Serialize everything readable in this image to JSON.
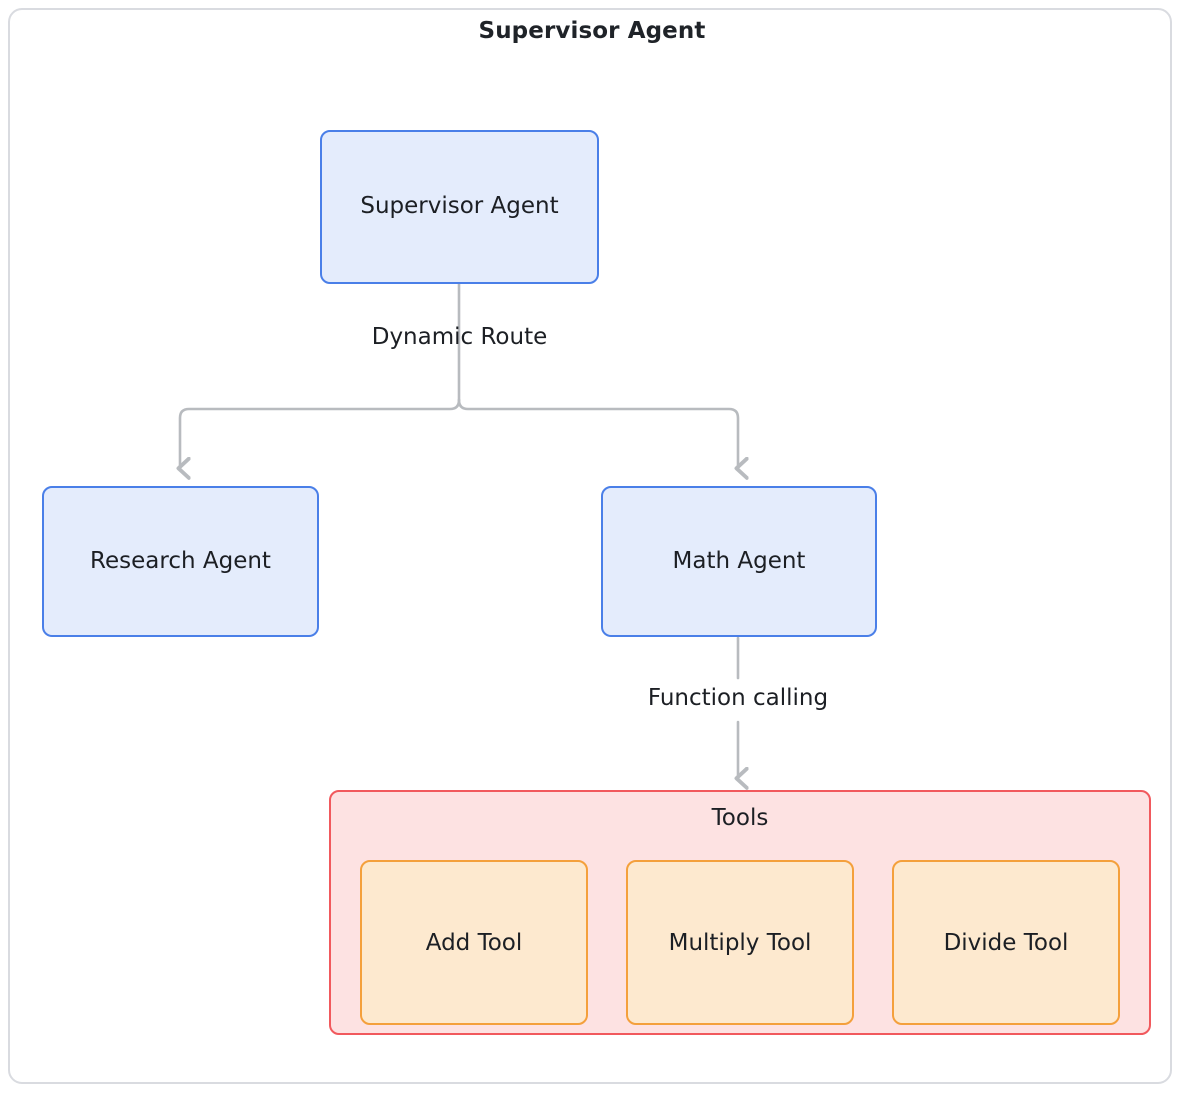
{
  "diagram": {
    "title": "Supervisor Agent",
    "type": "flowchart",
    "direction": "top-down",
    "nodes": {
      "supervisor": {
        "label": "Supervisor Agent",
        "shape": "rounded-rect",
        "fill": "#e4ecfc",
        "stroke": "#4a7fe8"
      },
      "research": {
        "label": "Research Agent",
        "shape": "rounded-rect",
        "fill": "#e4ecfc",
        "stroke": "#4a7fe8"
      },
      "math": {
        "label": "Math Agent",
        "shape": "rounded-rect",
        "fill": "#e4ecfc",
        "stroke": "#4a7fe8"
      }
    },
    "subgraph": {
      "label": "Tools",
      "fill": "#fde2e2",
      "stroke": "#f1595d",
      "tools": [
        {
          "label": "Add Tool",
          "fill": "#fde9cf",
          "stroke": "#f4a03c"
        },
        {
          "label": "Multiply Tool",
          "fill": "#fde9cf",
          "stroke": "#f4a03c"
        },
        {
          "label": "Divide Tool",
          "fill": "#fde9cf",
          "stroke": "#f4a03c"
        }
      ]
    },
    "edges": [
      {
        "from": "supervisor",
        "to": "research",
        "label": "Dynamic Route",
        "style": "arrow",
        "color": "#b8bbbf"
      },
      {
        "from": "supervisor",
        "to": "math",
        "label": "Dynamic Route",
        "style": "arrow",
        "color": "#b8bbbf"
      },
      {
        "from": "math",
        "to": "Tools",
        "label": "Function calling",
        "style": "arrow",
        "color": "#b8bbbf"
      }
    ],
    "edge_labels": {
      "dynamic_route": "Dynamic Route",
      "function_calling": "Function calling"
    },
    "colors": {
      "frame_border": "#d9dbe0",
      "canvas": "#ffffff",
      "agent_fill": "#e4ecfc",
      "agent_stroke": "#4a7fe8",
      "tools_fill": "#fde2e2",
      "tools_stroke": "#f1595d",
      "tool_fill": "#fde9cf",
      "tool_stroke": "#f4a03c",
      "edge": "#b8bbbf",
      "text": "#1c1f24"
    }
  }
}
